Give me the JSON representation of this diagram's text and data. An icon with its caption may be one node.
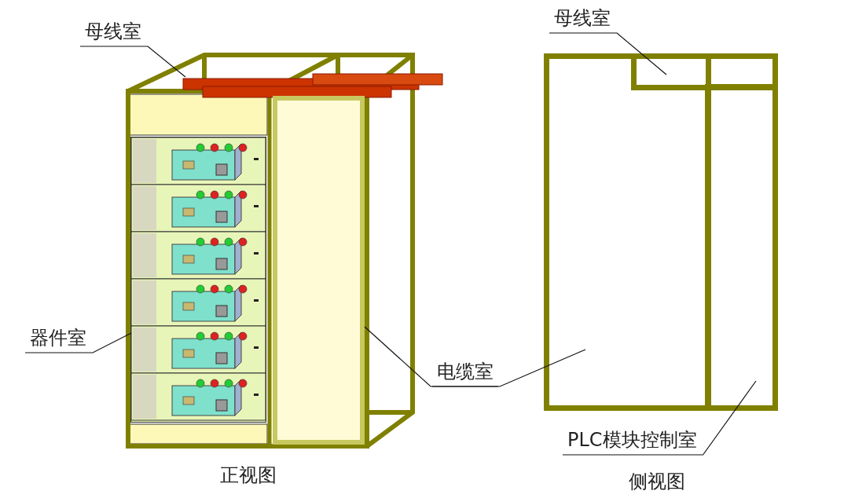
{
  "diagram": {
    "nodes": [
      {
        "text": [
          "母线室"
        ]
      },
      {
        "text": [],
        "shape": "bar"
      },
      {
        "text": [
          "器件室"
        ]
      },
      {
        "text": [],
        "shape": "picture"
      },
      {
        "text": [
          "电缆室"
        ]
      },
      {
        "text": [],
        "shape": "box"
      },
      {
        "text": [],
        "shape": "box"
      },
      {
        "text": [
          "母线室"
        ]
      },
      {
        "text": [],
        "shape": "box"
      },
      {
        "text": [
          "PLC模块控制室"
        ]
      },
      {
        "text": [],
        "shape": "box"
      }
    ],
    "edges": [
      {
        "from": 0,
        "to": 1,
        "arrow": "none"
      },
      {
        "from": 2,
        "to": 3,
        "arrow": "none"
      },
      {
        "from": 4,
        "to": 5,
        "arrow": "none"
      },
      {
        "from": 4,
        "to": 6,
        "arrow": "none"
      },
      {
        "from": 7,
        "to": 8,
        "arrow": "none"
      },
      {
        "from": 9,
        "to": 10,
        "arrow": "none"
      }
    ],
    "labels": [
      "正视图",
      "侧视图"
    ]
  }
}
